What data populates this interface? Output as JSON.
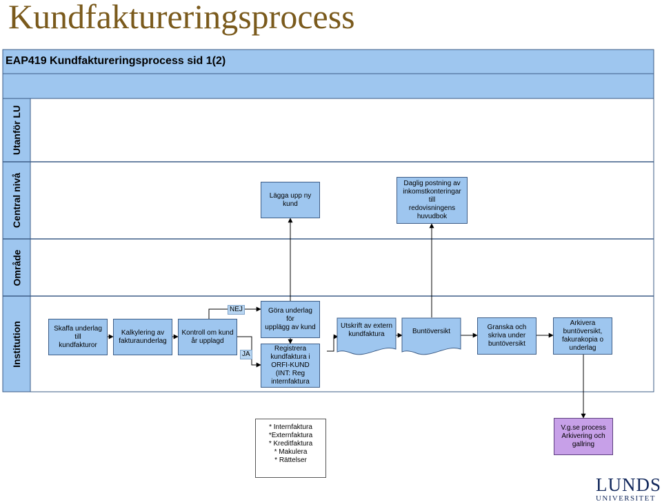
{
  "page": {
    "title": "Kundfaktureringsprocess"
  },
  "diagram": {
    "header": "EAP419 Kundfaktureringsprocess  sid 1(2)",
    "lanes": [
      "Utanför LU",
      "Central nivå",
      "Område",
      "Institution"
    ],
    "nodes": {
      "lagga_upp_kund": "Lägga upp ny\nkund",
      "daglig_postning": "Daglig postning av\ninkomstkonteringar till\nredovisningens\nhuvudbok",
      "skaffa_underlag": "Skaffa underlag till\nkundfakturor",
      "kalkylering": "Kalkylering av\nfakturaunderlag",
      "kontroll_kund": "Kontroll om kund\når upplagd",
      "gora_underlag": "Göra underlag för\nupplägg av kund",
      "registrera": "Registrera\nkundfaktura i\nORFI-KUND\n(INT: Reg\ninternfaktura",
      "utskrift": "Utskrift av extern\nkundfaktura",
      "buntoversikt": "Buntöversikt",
      "granska": "Granska och\nskriva under\nbuntöversikt",
      "arkivera": "Arkivera\nbuntöversikt,\nfakurakopia o\nunderlag",
      "vgse": "V.g.se process\nArkivering och\ngallring"
    },
    "edge_labels": {
      "nej": "NEJ",
      "ja": "JA"
    },
    "legend": [
      "* Internfaktura",
      "*Externfaktura",
      "* Kreditfaktura",
      "* Makulera",
      "* Rättelser"
    ],
    "colors": {
      "box": "#9ec6ef",
      "header": "#9ec6ef",
      "purple": "#c7a0e8",
      "title": "#7a5a1c"
    }
  },
  "logo": {
    "main": "LUNDS",
    "sub": "UNIVERSITET"
  }
}
